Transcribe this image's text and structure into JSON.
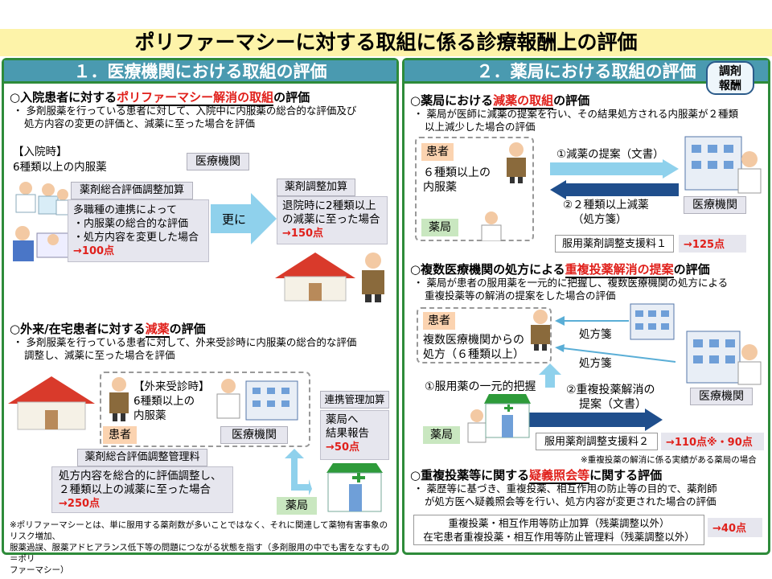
{
  "title": "ポリファーマシーに対する取組に係る診療報酬上の評価",
  "colors": {
    "title_bg": "#fdf3a9",
    "panel_header": "#4a9ab0",
    "panel_border": "#2e8b3a",
    "accent_red": "#e0201b"
  },
  "left": {
    "header": "１．医療機関における取組の評価",
    "s1": {
      "heading_prefix": "○入院患者に対する",
      "heading_red": "ポリファーマシー解消の取組",
      "heading_suffix": "の評価",
      "bullet1": "・ 多剤服薬を行っている患者に対して、入院中に内服薬の総合的な評価及び",
      "bullet2": "処方内容の変更の評価と、減薬に至った場合を評価",
      "admit1": "【入院時】",
      "admit2": "6種類以上の内服薬",
      "inst": "医療機関",
      "calc1": "薬剤総合評価調整加算",
      "box1": [
        "多職種の連携によって",
        "・内服薬の総合的な評価",
        "・処方内容を変更した場合"
      ],
      "pts1": "→100点",
      "more": "更に",
      "calc2": "薬剤調整加算",
      "box2": [
        "退院時に2種類以上",
        "の減薬に至った場合"
      ],
      "pts2": "→150点"
    },
    "s2": {
      "heading_prefix": "○外来/在宅患者に対する",
      "heading_red": "減薬",
      "heading_suffix": "の評価",
      "bullet1": "・ 多剤服薬を行っている患者に対して、外来受診時に内服薬の総合的な評価",
      "bullet2": "調整し、減薬に至った場合を評価",
      "visit1": "【外来受診時】",
      "visit2": "6種類以上の",
      "visit3": "内服薬",
      "patient": "患者",
      "inst": "医療機関",
      "link_calc": "連携管理加算",
      "report": [
        "薬局へ",
        "結果報告"
      ],
      "pts_link": "→50点",
      "fee": "薬剤総合評価調整管理料",
      "box": [
        "処方内容を総合的に評価調整し、",
        "２種類以上の減薬に至った場合"
      ],
      "pts": "→250点",
      "pharmacy": "薬局"
    },
    "footnote": [
      "※ポリファーマシーとは、単に服用する薬剤数が多いことではなく、それに関連して薬物有害事象のリスク増加、",
      "服薬過誤、服薬アドヒアランス低下等の問題につながる状態を指す（多剤服用の中でも害をなすもの＝ポリ",
      "ファーマシー）"
    ]
  },
  "right": {
    "header": "２．薬局における取組の評価",
    "badge": [
      "調剤",
      "報酬"
    ],
    "s1": {
      "heading_prefix": "○薬局における",
      "heading_red": "減薬の取組",
      "heading_suffix": "の評価",
      "bullet1": "・ 薬局が医師に減薬の提案を行い、その結果処方される内服薬が２種類",
      "bullet2": "以上減少した場合の評価",
      "patient": "患者",
      "meds": [
        "６種類以上の",
        "内服薬"
      ],
      "pharmacy": "薬局",
      "proposal": "①減薬の提案（文書）",
      "reduce": [
        "②２種類以上減薬",
        "（処方箋）"
      ],
      "inst": "医療機関",
      "fee": "服用薬剤調整支援料１",
      "pts": "→125点"
    },
    "s2": {
      "heading_prefix": "○複数医療機関の処方による",
      "heading_red": "重複投薬解消の提案",
      "heading_suffix": "の評価",
      "bullet1": "・ 薬局が患者の服用薬を一元的に把握し、複数医療機関の処方による",
      "bullet2": "重複投薬等の解消の提案をした場合の評価",
      "patient": "患者",
      "multi": [
        "複数医療機関からの",
        "処方（６種類以上）"
      ],
      "rx1": "処方箋",
      "rx2": "処方箋",
      "grasp": "①服用薬の一元的把握",
      "proposal": [
        "②重複投薬解消の",
        "提案（文書）"
      ],
      "pharmacy": "薬局",
      "inst": "医療機関",
      "fee": "服用薬剤調整支援料２",
      "pts": "→110点※・90点",
      "note": "※重複投薬の解消に係る実績がある薬局の場合"
    },
    "s3": {
      "heading_prefix": "○重複投薬等に関する",
      "heading_red": "疑義照会等",
      "heading_suffix": "に関する評価",
      "bullet1": "・ 薬歴等に基づき、重複投薬、相互作用の防止等の目的で、薬剤師",
      "bullet2": "が処方医へ疑義照会等を行い、処方内容が変更された場合の評価",
      "fees": [
        "重複投薬・相互作用等防止加算（残薬調整以外）",
        "在宅患者重複投薬・相互作用等防止管理料（残薬調整以外）"
      ],
      "pts": "→40点"
    }
  }
}
